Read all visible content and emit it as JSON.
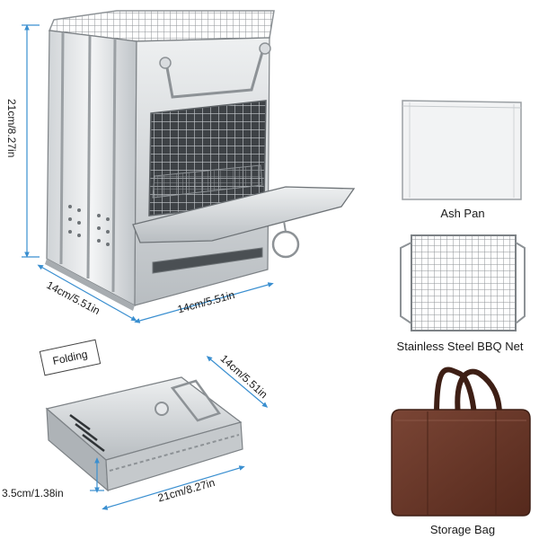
{
  "stove": {
    "height_label": "21cm/8.27in",
    "depth_label": "14cm/5.51in",
    "width_label": "14cm/5.51in"
  },
  "folded": {
    "tag_label": "Folding",
    "depth_label": "14cm/5.51in",
    "length_label": "21cm/8.27in",
    "thickness_label": "3.5cm/1.38in"
  },
  "accessories": [
    {
      "name": "ash-pan",
      "caption": "Ash Pan"
    },
    {
      "name": "bbq-net",
      "caption": "Stainless Steel BBQ Net"
    },
    {
      "name": "storage-bag",
      "caption": "Storage Bag"
    }
  ],
  "colors": {
    "dimension_line": "#3a8fd0",
    "steel_light": "#e6e8ea",
    "steel_dark": "#8d9296",
    "bag_brown": "#6b3a2a"
  }
}
